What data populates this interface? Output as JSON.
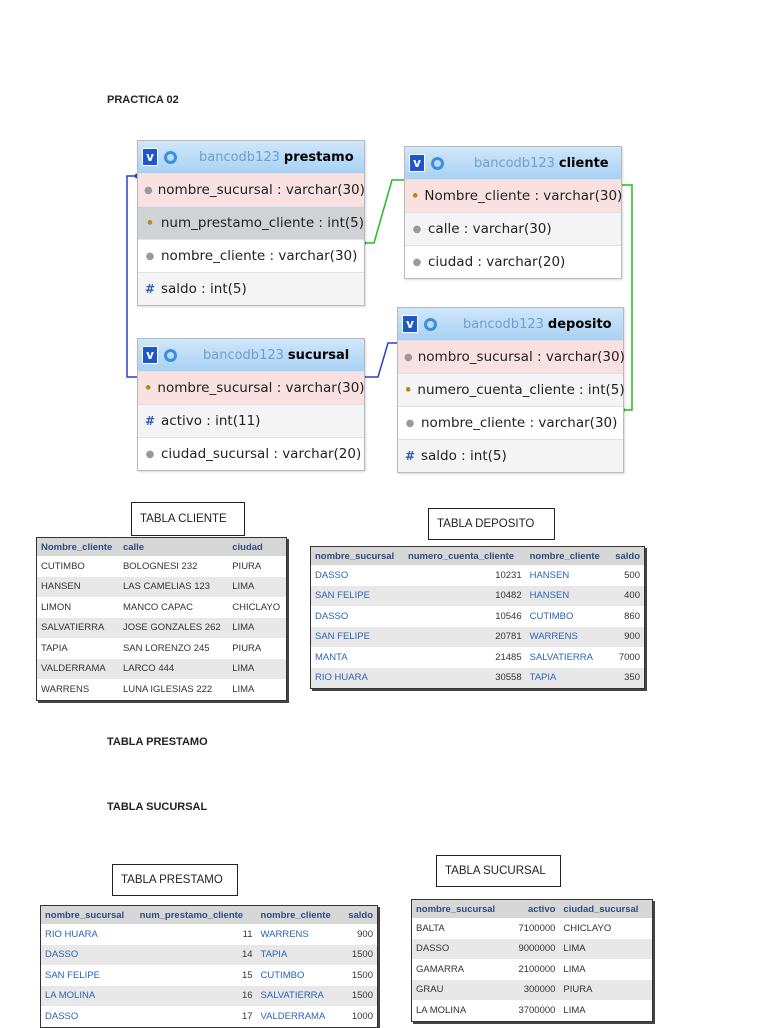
{
  "page": {
    "title": "PRACTICA 02",
    "heading_prestamo": "TABLA PRESTAMO",
    "heading_sucursal": "TABLA SUCURSAL"
  },
  "er": {
    "prestamo": {
      "db": "bancodb123",
      "name": "prestamo",
      "fields": [
        {
          "icon": "column-icon",
          "text": "nombre_sucursal : varchar(30)"
        },
        {
          "icon": "key-icon",
          "text": "num_prestamo_cliente : int(5)"
        },
        {
          "icon": "column-icon",
          "text": "nombre_cliente : varchar(30)"
        },
        {
          "icon": "hash-icon",
          "text": "saldo : int(5)"
        }
      ]
    },
    "cliente": {
      "db": "bancodb123",
      "name": "cliente",
      "fields": [
        {
          "icon": "key-icon",
          "text": "Nombre_cliente : varchar(30)"
        },
        {
          "icon": "column-icon",
          "text": "calle : varchar(30)"
        },
        {
          "icon": "column-icon",
          "text": "ciudad : varchar(20)"
        }
      ]
    },
    "sucursal": {
      "db": "bancodb123",
      "name": "sucursal",
      "fields": [
        {
          "icon": "key-icon",
          "text": "nombre_sucursal : varchar(30)"
        },
        {
          "icon": "hash-icon",
          "text": "activo : int(11)"
        },
        {
          "icon": "column-icon",
          "text": "ciudad_sucursal : varchar(20)"
        }
      ]
    },
    "deposito": {
      "db": "bancodb123",
      "name": "deposito",
      "fields": [
        {
          "icon": "column-icon",
          "text": "nombro_sucursal : varchar(30)"
        },
        {
          "icon": "key-icon",
          "text": "numero_cuenta_cliente : int(5)"
        },
        {
          "icon": "column-icon",
          "text": "nombre_cliente : varchar(30)"
        },
        {
          "icon": "hash-icon",
          "text": "saldo : int(5)"
        }
      ]
    }
  },
  "captions": {
    "cliente": "TABLA CLIENTE",
    "deposito": "TABLA DEPOSITO",
    "prestamo": "TABLA PRESTAMO",
    "sucursal": "TABLA SUCURSAL"
  },
  "tables": {
    "cliente": {
      "headers": [
        "Nombre_cliente",
        "calle",
        "ciudad"
      ],
      "rows": [
        [
          "CUTIMBO",
          "BOLOGNESI 232",
          "PIURA"
        ],
        [
          "HANSEN",
          "LAS CAMELIAS 123",
          "LIMA"
        ],
        [
          "LIMON",
          "MANCO CAPAC",
          "CHICLAYO"
        ],
        [
          "SALVATIERRA",
          "JOSE GONZALES 262",
          "LIMA"
        ],
        [
          "TAPIA",
          "SAN LORENZO 245",
          "PIURA"
        ],
        [
          "VALDERRAMA",
          "LARCO 444",
          "LIMA"
        ],
        [
          "WARRENS",
          "LUNA IGLESIAS 222",
          "LIMA"
        ]
      ]
    },
    "deposito": {
      "headers": [
        "nombre_sucursal",
        "numero_cuenta_cliente",
        "nombre_cliente",
        "saldo"
      ],
      "rows": [
        [
          "DASSO",
          "10231",
          "HANSEN",
          "500"
        ],
        [
          "SAN FELIPE",
          "10482",
          "HANSEN",
          "400"
        ],
        [
          "DASSO",
          "10546",
          "CUTIMBO",
          "860"
        ],
        [
          "SAN FELIPE",
          "20781",
          "WARRENS",
          "900"
        ],
        [
          "MANTA",
          "21485",
          "SALVATIERRA",
          "7000"
        ],
        [
          "RIO HUARA",
          "30558",
          "TAPIA",
          "350"
        ]
      ]
    },
    "prestamo": {
      "headers": [
        "nombre_sucursal",
        "num_prestamo_cliente",
        "nombre_cliente",
        "saldo"
      ],
      "rows": [
        [
          "RIO HUARA",
          "11",
          "WARRENS",
          "900"
        ],
        [
          "DASSO",
          "14",
          "TAPIA",
          "1500"
        ],
        [
          "SAN FELIPE",
          "15",
          "CUTIMBO",
          "1500"
        ],
        [
          "LA MOLINA",
          "16",
          "SALVATIERRA",
          "1500"
        ],
        [
          "DASSO",
          "17",
          "VALDERRAMA",
          "1000"
        ]
      ]
    },
    "sucursal": {
      "headers": [
        "nombre_sucursal",
        "activo",
        "ciudad_sucursal"
      ],
      "rows": [
        [
          "BALTA",
          "7100000",
          "CHICLAYO"
        ],
        [
          "DASSO",
          "9000000",
          "LIMA"
        ],
        [
          "GAMARRA",
          "2100000",
          "LIMA"
        ],
        [
          "GRAU",
          "300000",
          "PIURA"
        ],
        [
          "LA MOLINA",
          "3700000",
          "LIMA"
        ]
      ]
    }
  }
}
